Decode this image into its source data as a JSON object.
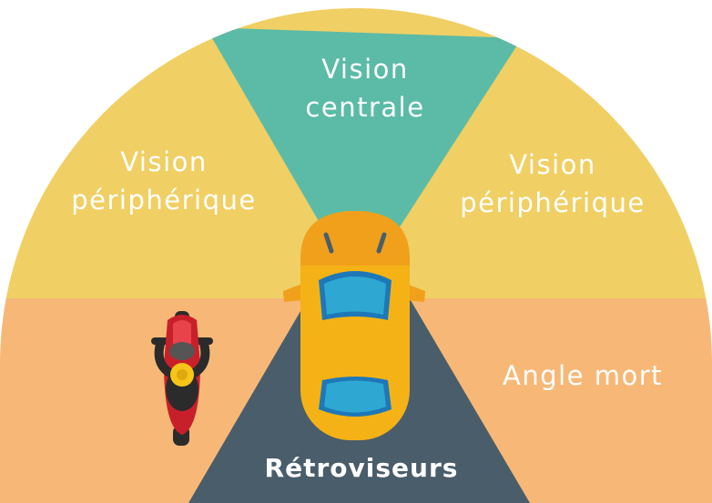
{
  "zones": {
    "central": {
      "line1": "Vision",
      "line2": "centrale",
      "color": "#5bbba7"
    },
    "peripheral_left": {
      "line1": "Vision",
      "line2": "périphérique",
      "color": "#f0cf64"
    },
    "peripheral_right": {
      "line1": "Vision",
      "line2": "périphérique",
      "color": "#f0cf64"
    },
    "blind_spot": {
      "label": "Angle mort",
      "color": "#f7b877"
    },
    "mirrors": {
      "label": "Rétroviseurs",
      "color": "#4a5d6b"
    }
  },
  "icons": {
    "car": "car-top-view-icon",
    "motorcycle": "motorcycle-top-view-icon"
  }
}
